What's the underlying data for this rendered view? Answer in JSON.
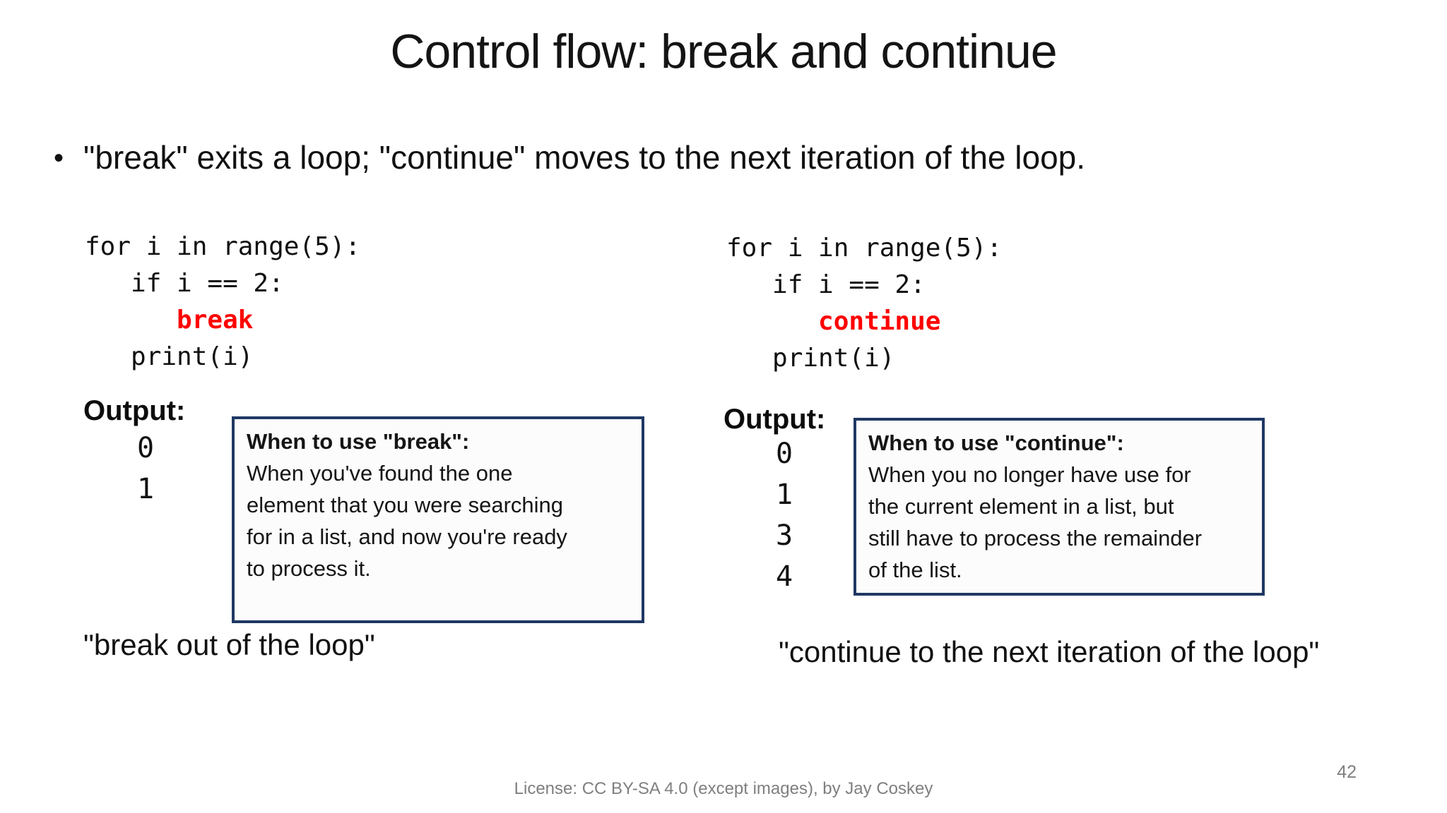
{
  "slide": {
    "title": "Control flow: break and continue",
    "bullet_marker": "•",
    "bullet_text": "\"break\" exits a loop; \"continue\" moves to the next iteration of the loop.",
    "license": "License: CC BY-SA 4.0 (except images), by Jay Coskey",
    "page_number": "42"
  },
  "colors": {
    "keyword_red": "#FF0000",
    "callout_border_navy": "#1F3864",
    "footer_gray": "#7F7F7F",
    "text_black": "#111111",
    "background": "#FFFFFF"
  },
  "break_example": {
    "code_before_keyword": "for i in range(5):\n   if i == 2:\n      ",
    "keyword": "break",
    "code_after_keyword": "\n   print(i)",
    "output_label": "Output:",
    "output_values": "0\n1",
    "callout_heading": "When to use \"break\":",
    "callout_body": "When you've found the one\nelement that you were searching\nfor in a list, and now you're ready\nto process it.",
    "caption": "\"break out of the loop\""
  },
  "continue_example": {
    "code_before_keyword": "for i in range(5):\n   if i == 2:\n      ",
    "keyword": "continue",
    "code_after_keyword": "\n   print(i)",
    "output_label": "Output:",
    "output_values": "0\n1\n3\n4",
    "callout_heading": "When to use \"continue\":",
    "callout_body": "When you no longer have use for\nthe current element in a list, but\nstill have to process the remainder\nof the list.",
    "caption": "\"continue to the next iteration of the loop\""
  }
}
